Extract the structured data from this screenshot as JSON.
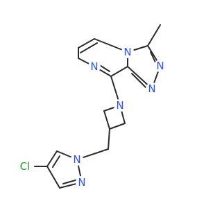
{
  "molecule": {
    "atoms": [
      {
        "id": "n_top",
        "label": "N",
        "color": "#3050f8"
      },
      {
        "id": "n_pyrazine",
        "label": "N",
        "color": "#3050f8"
      },
      {
        "id": "n_triazole_1",
        "label": "N",
        "color": "#3050f8"
      },
      {
        "id": "n_triazole_2",
        "label": "N",
        "color": "#3050f8"
      },
      {
        "id": "n_azetidine",
        "label": "N",
        "color": "#3050f8"
      },
      {
        "id": "n_pyrazole_1",
        "label": "N",
        "color": "#3050f8"
      },
      {
        "id": "n_pyrazole_2",
        "label": "N",
        "color": "#3050f8"
      },
      {
        "id": "cl",
        "label": "Cl",
        "color": "#1fa01f"
      }
    ],
    "bond_color": "#2b2b2b"
  }
}
